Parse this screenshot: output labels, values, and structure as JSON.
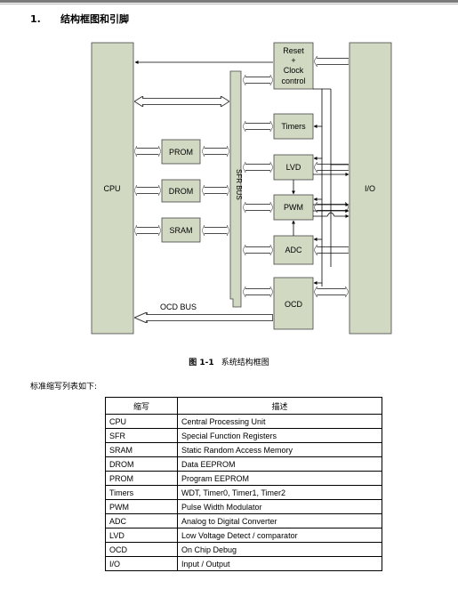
{
  "section": {
    "number": "1.",
    "title": "结构框图和引脚"
  },
  "diagram": {
    "cpu": "CPU",
    "io": "I/O",
    "sfr_bus": "SFR BUS",
    "ocd_bus": "OCD BUS",
    "reset_lines": [
      "Reset",
      "+",
      "Clock",
      "control"
    ],
    "timers": "Timers",
    "lvd": "LVD",
    "pwm": "PWM",
    "adc": "ADC",
    "ocd": "OCD",
    "prom": "PROM",
    "drom": "DROM",
    "sram": "SRAM"
  },
  "caption": {
    "label": "图 1-1",
    "text": "系统结构框图"
  },
  "intro": "标准缩写列表如下:",
  "table": {
    "headers": [
      "缩写",
      "描述"
    ],
    "rows": [
      [
        "CPU",
        "Central Processing Unit"
      ],
      [
        "SFR",
        "Special Function Registers"
      ],
      [
        "SRAM",
        "Static Random Access Memory"
      ],
      [
        "DROM",
        "Data EEPROM"
      ],
      [
        "PROM",
        "Program EEPROM"
      ],
      [
        "Timers",
        "WDT, Timer0, Timer1, Timer2"
      ],
      [
        "PWM",
        "Pulse Width Modulator"
      ],
      [
        "ADC",
        "Analog to Digital Converter"
      ],
      [
        "LVD",
        "Low Voltage Detect / comparator"
      ],
      [
        "OCD",
        "On Chip Debug"
      ],
      [
        "I/O",
        "Input / Output"
      ]
    ]
  }
}
